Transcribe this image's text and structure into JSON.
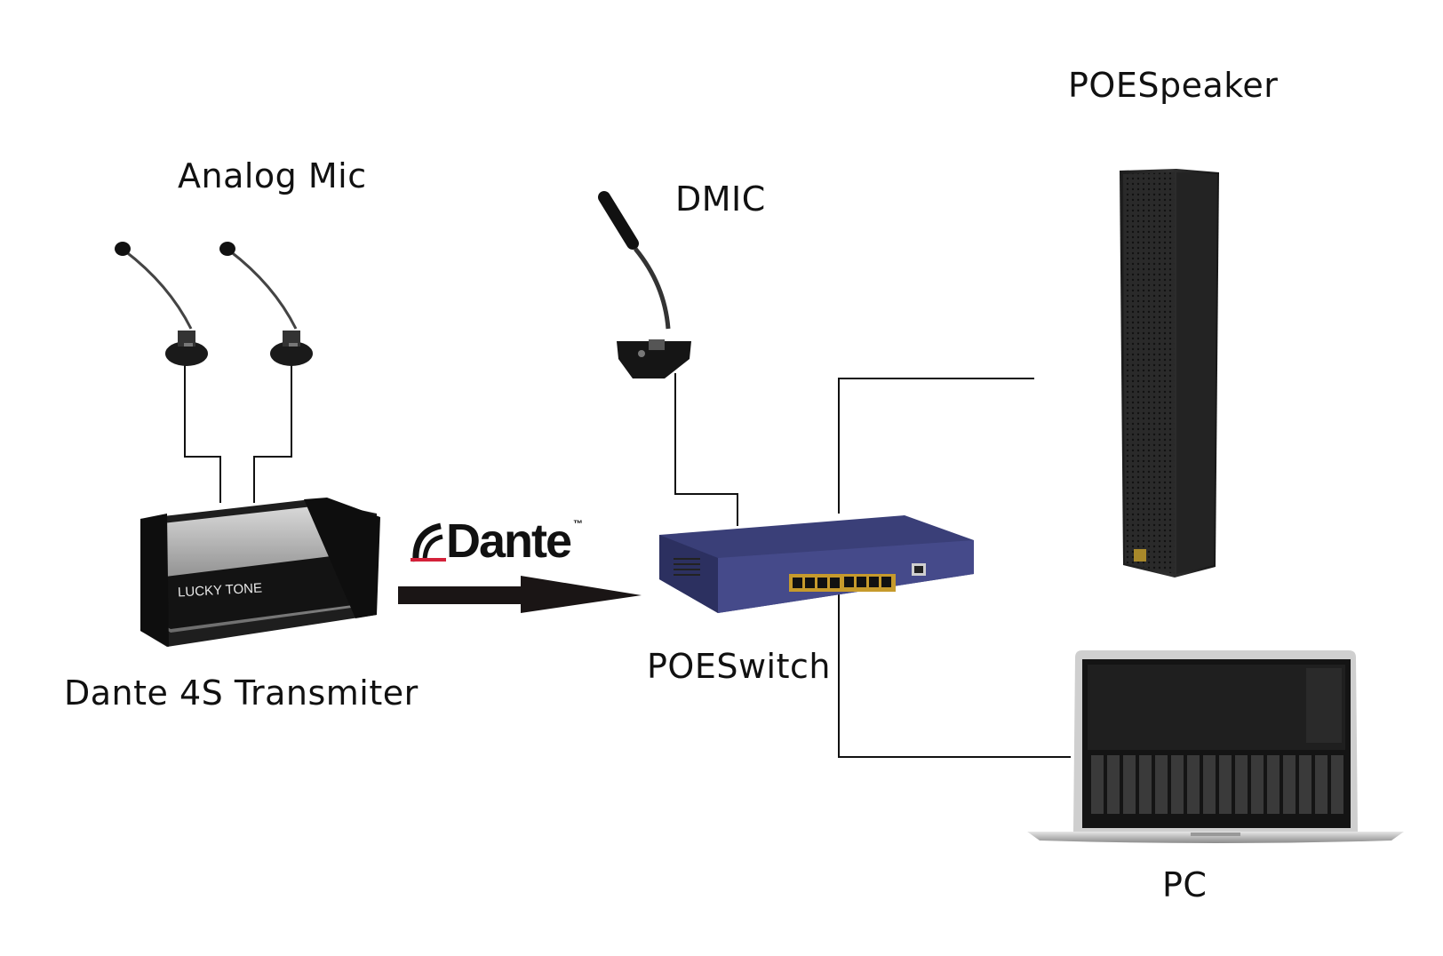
{
  "labels": {
    "analog_mic": "Analog Mic",
    "dmic": "DMIC",
    "poe_speaker": "POESpeaker",
    "poe_switch": "POESwitch",
    "transmitter": "Dante 4S Transmiter",
    "pc": "PC",
    "dante_logo": "Dante",
    "dante_tm": "™",
    "transmitter_brand": "LUCKY TONE"
  },
  "colors": {
    "line": "#111111",
    "switch_body": "#3a3f78",
    "speaker_body": "#2a2a2a",
    "dante_red": "#d4213a"
  },
  "icons": [
    "gooseneck-mic-icon",
    "dmic-icon",
    "transmitter-box-icon",
    "poe-switch-icon",
    "column-speaker-icon",
    "laptop-icon",
    "arrow-icon"
  ]
}
